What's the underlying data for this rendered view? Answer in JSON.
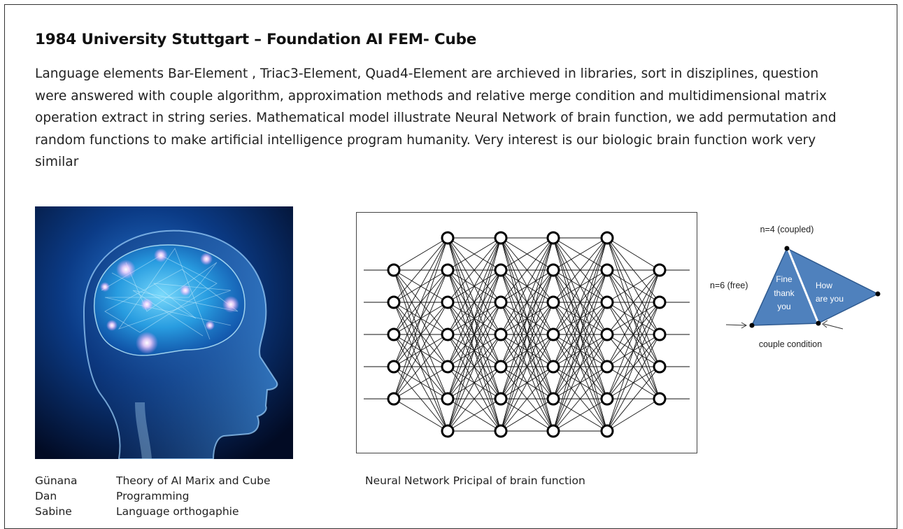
{
  "slide": {
    "title": "1984 University Stuttgart – Foundation AI FEM- Cube",
    "paragraph": "Language elements Bar-Element , Triac3-Element, Quad4-Element are archieved in libraries, sort in disziplines, question were answered with couple algorithm, approximation methods and relative merge condition and multidimensional matrix operation extract in string series. Mathematical model illustrate Neural Network of brain function, we add permutation and random functions to make artificial intelligence program humanity. Very interest is our biologic brain function work very similar"
  },
  "team": {
    "names": [
      "Günana",
      "Dan",
      "Sabine"
    ],
    "roles": [
      "Theory of AI Marix and Cube",
      "Programming",
      "Language orthogaphie"
    ]
  },
  "neural_network": {
    "caption": "Neural Network Pricipal of brain function",
    "layers": [
      5,
      7,
      7,
      7,
      7,
      5
    ]
  },
  "triangle_diagram": {
    "top_label": "n=4 (coupled)",
    "left_label": "n=6 (free)",
    "bottom_label": "couple condition",
    "left_face_text": [
      "Fine",
      "thank",
      "you"
    ],
    "right_face_text": [
      "How",
      "are you"
    ],
    "fill_color": "#4f81bd"
  },
  "brain_image": {
    "icon": "glowing-brain-head-icon"
  }
}
